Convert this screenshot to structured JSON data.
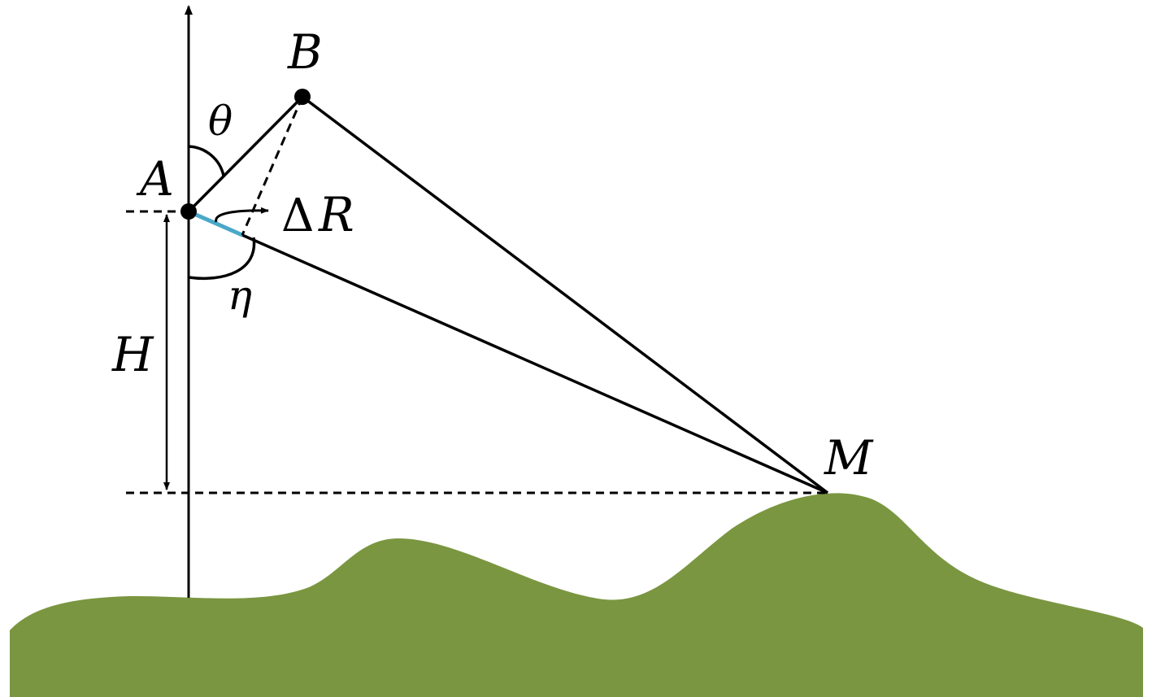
{
  "colors": {
    "ground": "#7a9640",
    "line": "#000000",
    "highlight": "#4aa8c8"
  },
  "labels": {
    "point_a": "A",
    "point_b": "B",
    "point_m": "M",
    "angle_theta": "θ",
    "angle_eta": "η",
    "height": "H",
    "delta_symbol": "Δ",
    "delta_r_letter": "R"
  }
}
